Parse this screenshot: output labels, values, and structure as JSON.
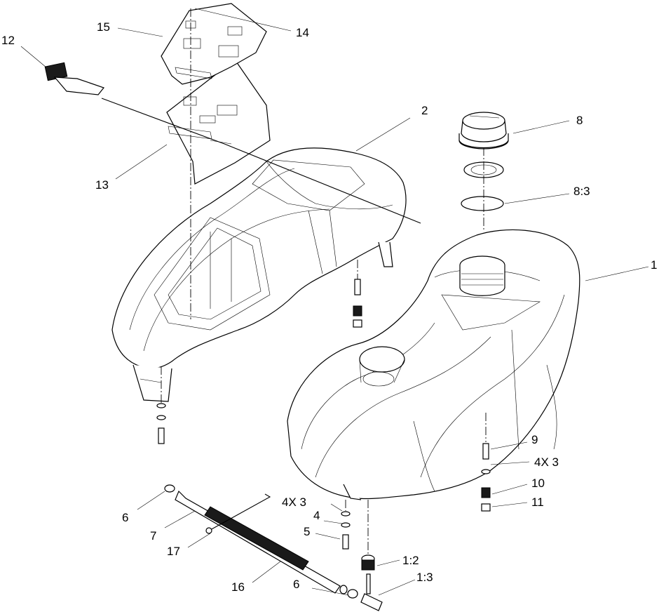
{
  "callouts": [
    {
      "id": "c1",
      "text": "1"
    },
    {
      "id": "c1_2",
      "text": "1:2"
    },
    {
      "id": "c1_3",
      "text": "1:3"
    },
    {
      "id": "c2",
      "text": "2"
    },
    {
      "id": "c4",
      "text": "4"
    },
    {
      "id": "c4x3a",
      "text": "4X 3"
    },
    {
      "id": "c4x3b",
      "text": "4X 3"
    },
    {
      "id": "c5",
      "text": "5"
    },
    {
      "id": "c6a",
      "text": "6"
    },
    {
      "id": "c6b",
      "text": "6"
    },
    {
      "id": "c7",
      "text": "7"
    },
    {
      "id": "c8",
      "text": "8"
    },
    {
      "id": "c8_3",
      "text": "8:3"
    },
    {
      "id": "c9",
      "text": "9"
    },
    {
      "id": "c10",
      "text": "10"
    },
    {
      "id": "c11",
      "text": "11"
    },
    {
      "id": "c12",
      "text": "12"
    },
    {
      "id": "c13",
      "text": "13"
    },
    {
      "id": "c14",
      "text": "14"
    },
    {
      "id": "c15",
      "text": "15"
    },
    {
      "id": "c16",
      "text": "16"
    },
    {
      "id": "c17",
      "text": "17"
    }
  ]
}
